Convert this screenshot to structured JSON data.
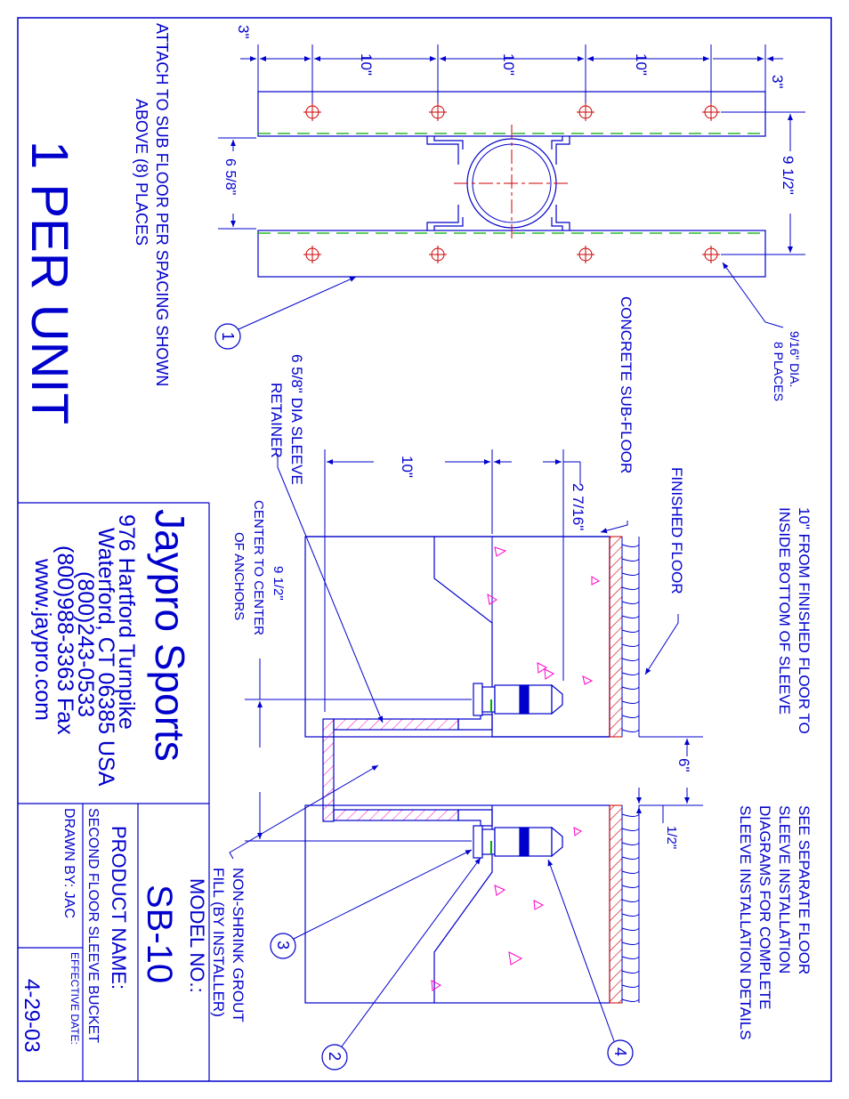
{
  "colors": {
    "line": "#0000cc",
    "hole_mark": "#cc0000",
    "finish_line": "#00aa00",
    "concrete_mark": "#ff00cc",
    "floor_hatch": "#cc0000",
    "paper": "#ffffff"
  },
  "title_block": {
    "company": "Jaypro Sports",
    "street": "976 Hartford Turnpike",
    "city": "Waterford, CT 06385 USA",
    "phone": "(800)243-0533",
    "fax": "(800)988-3363 Fax",
    "web": "www.jaypro.com",
    "model_label": "MODEL NO.:",
    "model": "SB-10",
    "product_label": "PRODUCT NAME:",
    "product": "SECOND FLOOR SLEEVE BUCKET",
    "drawn_by": "DRAWN BY: JAC",
    "effective_label": "EFFECTIVE DATE:",
    "effective_date": "4-29-03"
  },
  "headline": "1 PER UNIT",
  "top_view": {
    "attach_note_line1": "ATTACH TO SUB FLOOR PER SPACING SHOWN",
    "attach_note_line2": "ABOVE (8) PLACES",
    "dim_edge_top": "3\"",
    "dim_spacing_1": "10\"",
    "dim_spacing_2": "10\"",
    "dim_spacing_3": "10\"",
    "dim_edge_bottom": "3\"",
    "dim_sleeve_gap": "6 5/8\"",
    "dim_anchor_span": "9 1/2\"",
    "hole_note_line1": "9/16\" DIA.",
    "hole_note_line2": "8 PLACES",
    "balloon_1": "1"
  },
  "section_view": {
    "finished_floor": "FINISHED FLOOR",
    "concrete_subfloor": "CONCRETE SUB-FLOOR",
    "sleeve_retainer_line1": "6 5/8\" DIA SLEEVE",
    "sleeve_retainer_line2": "RETAINER",
    "dim_depth": "10\"",
    "dim_offset": "2 7/16\"",
    "anchor_note_dim": "9 1/2\"",
    "anchor_note_line1": "CENTER TO CENTER",
    "anchor_note_line2": "OF ANCHORS",
    "finish_note_line1": "10\" FROM FINISHED FLOOR TO",
    "finish_note_line2": "INSIDE BOTTOM OF SLEEVE",
    "dim_opening": "6\"",
    "dim_lip": "1/2\"",
    "see_note_line1": "SEE SEPARATE FLOOR",
    "see_note_line2": "SLEEVE INSTALLATION",
    "see_note_line3": "DIAGRAMS FOR COMPLETE",
    "see_note_line4": "SLEEVE INSTALLATION DETAILS",
    "grout_note_line1": "NON-SHRINK GROUT",
    "grout_note_line2": "FILL (BY INSTALLER)",
    "balloon_2": "2",
    "balloon_3": "3",
    "balloon_4": "4"
  }
}
